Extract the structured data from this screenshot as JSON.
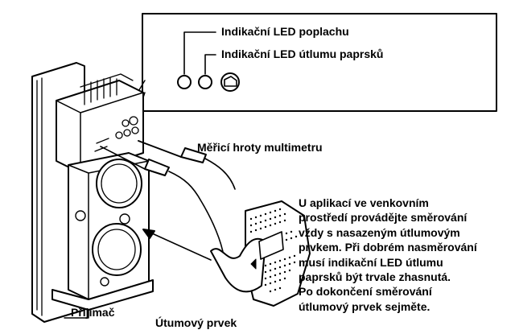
{
  "callout": {
    "led_alarm": "Indikační LED poplachu",
    "led_attenuation": "Indikační LED útlumu paprsků"
  },
  "labels": {
    "probes": "Měřicí hroty multimetru",
    "receiver": "Přijímač",
    "attenuator": "Útumový prvek"
  },
  "instructions": {
    "lines": [
      "U aplikací ve venkovním",
      "prostředí provádějte směrování",
      "vždy s nasazeným útlumovým",
      "prvkem. Při dobrém nasměrování",
      "musí indikační LED útlumu",
      "paprsků být trvale zhasnutá.",
      "Po dokončení směrování",
      "útlumový prvek sejměte."
    ]
  }
}
